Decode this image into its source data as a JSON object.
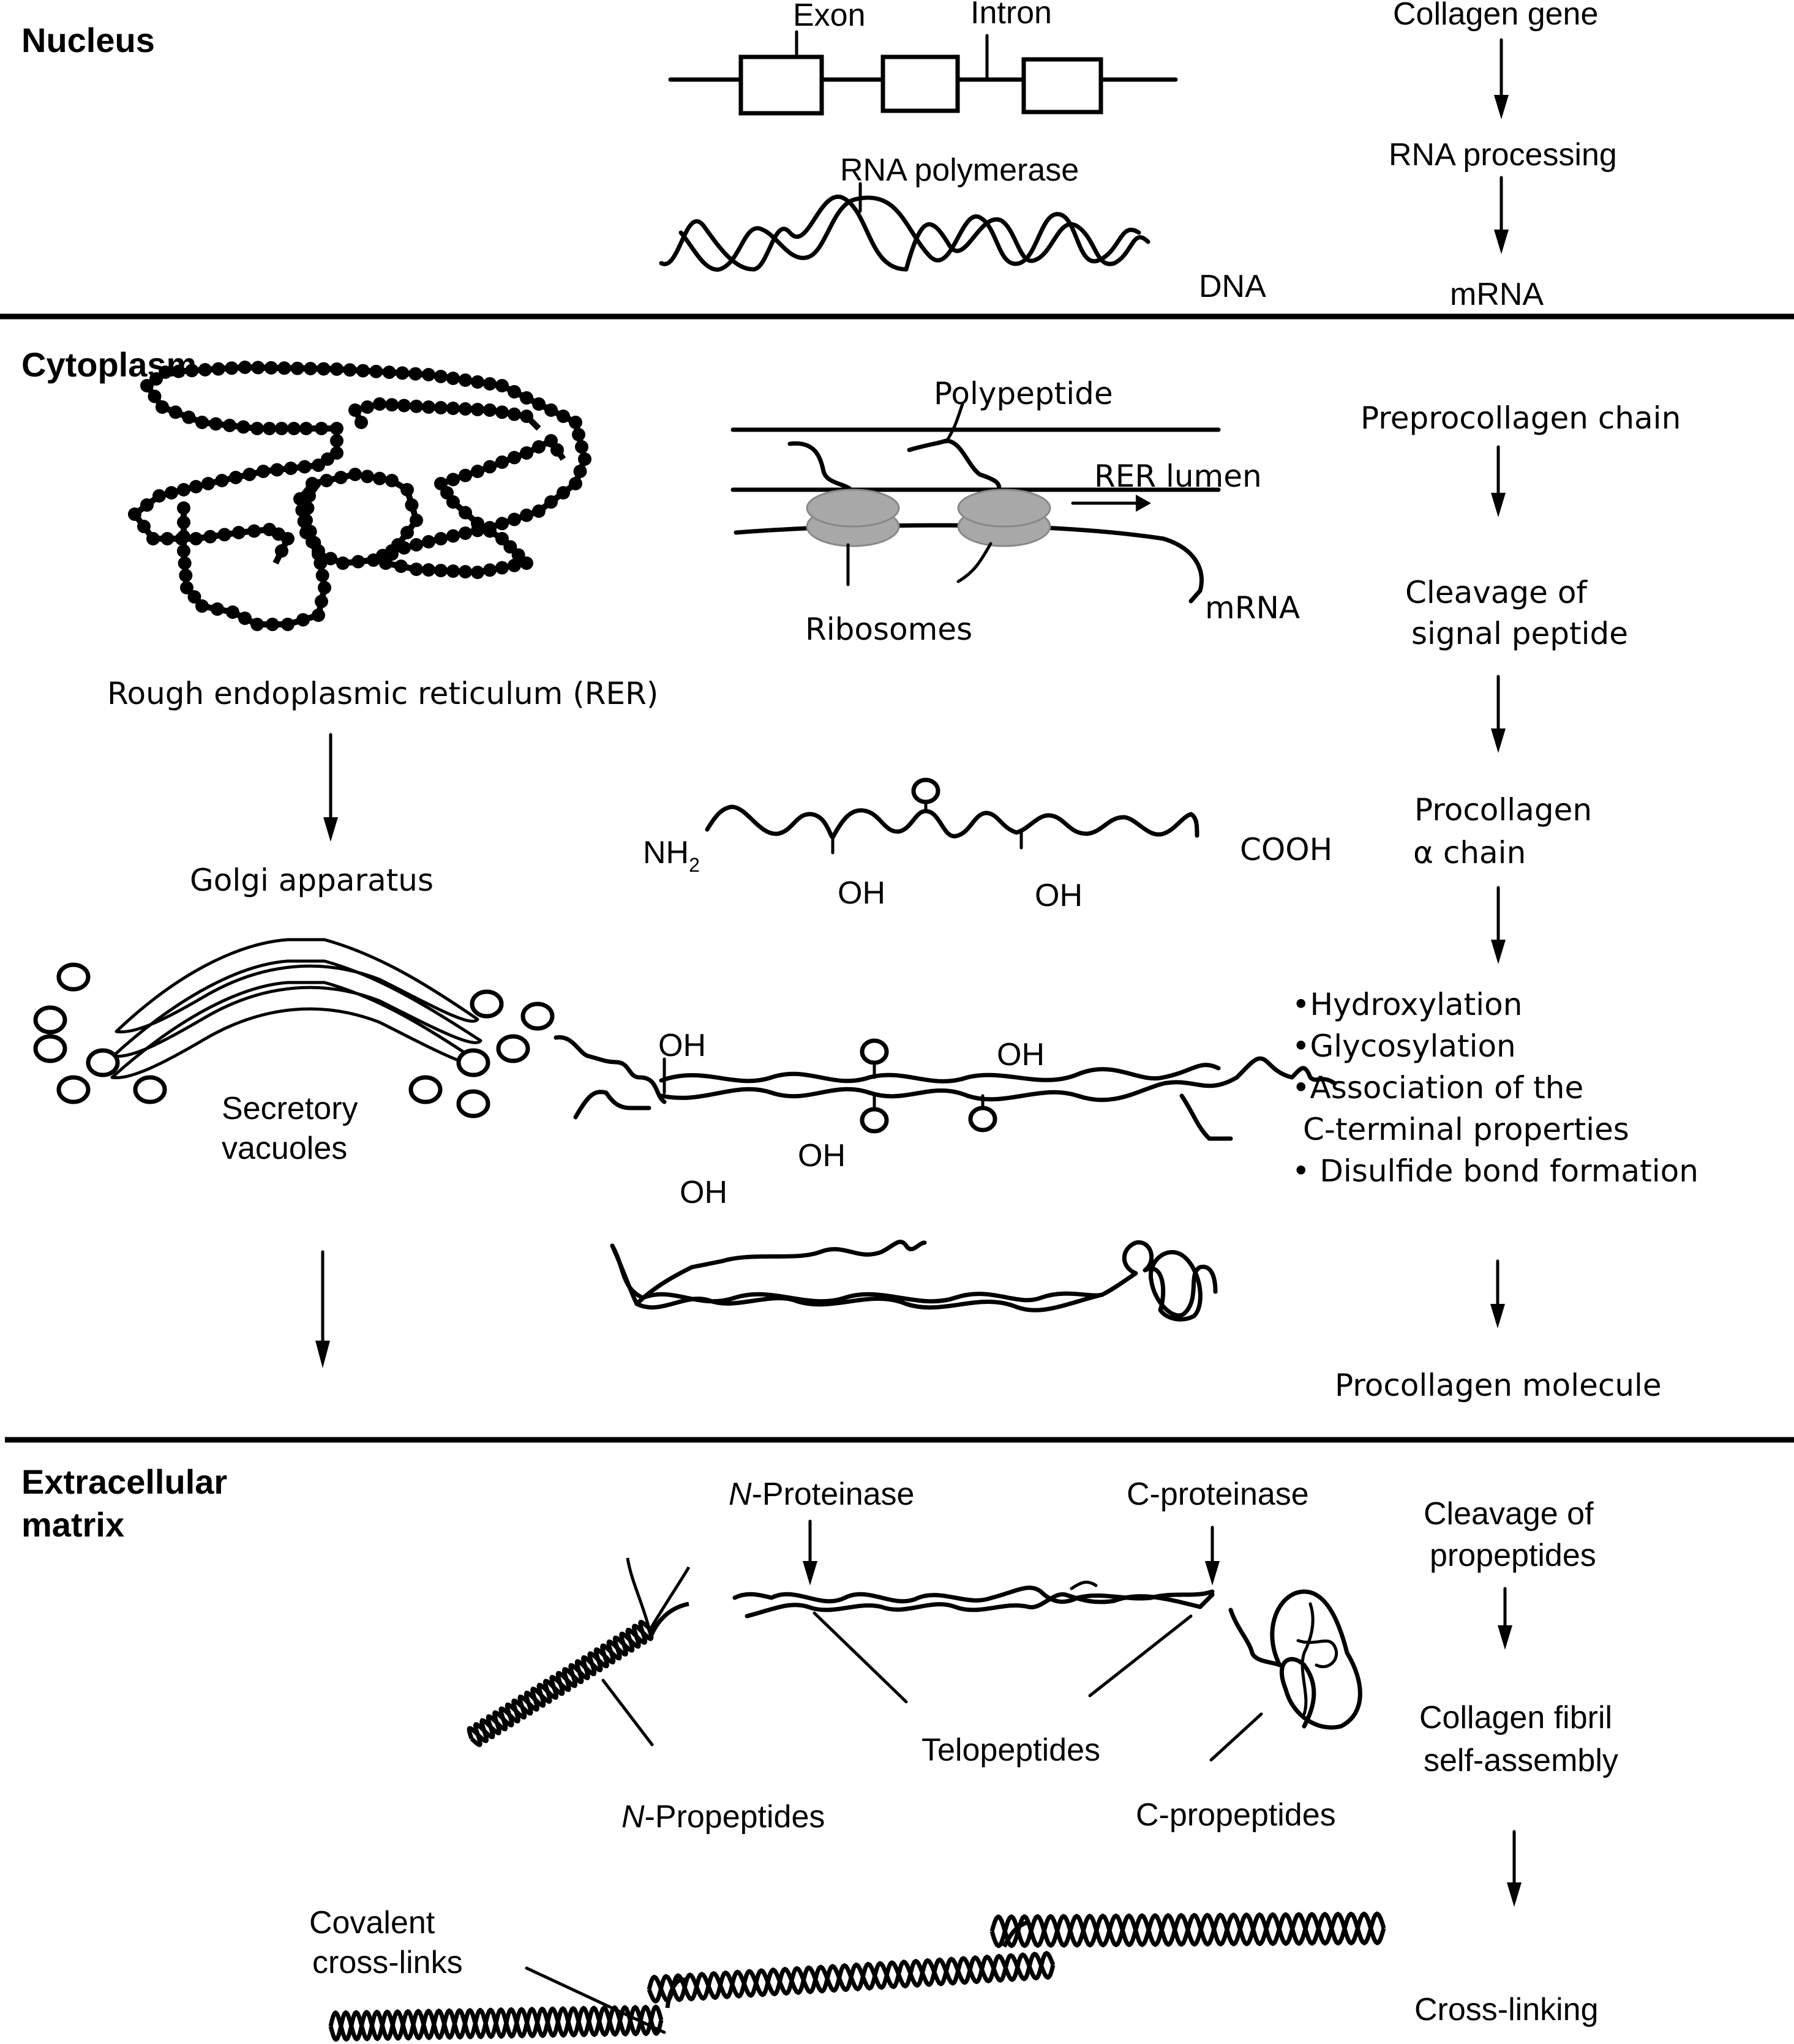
{
  "title": "Collagen biosynthesis pathway",
  "sections": {
    "nucleus": "Nucleus",
    "cytoplasm": "Cytoplasm",
    "ecm_line1": "Extracellular",
    "ecm_line2": "matrix"
  },
  "nucleus": {
    "exon": "Exon",
    "intron": "Intron",
    "rna_polymerase": "RNA polymerase",
    "dna": "DNA"
  },
  "cytoplasm": {
    "polypeptide": "Polypeptide",
    "rer_lumen": "RER lumen",
    "ribosomes": "Ribosomes",
    "mrna": "mRNA",
    "rer": "Rough endoplasmic reticulum (RER)",
    "golgi": "Golgi apparatus",
    "secretory_line1": "Secretory",
    "secretory_line2": "vacuoles",
    "nh2": "NH",
    "nh2_sub": "2",
    "cooh": "COOH",
    "oh": "OH"
  },
  "ecm": {
    "n_proteinase_prefix": "N",
    "n_proteinase": "-Proteinase",
    "c_proteinase": "C-proteinase",
    "telopeptides": "Telopeptides",
    "n_propeptides_prefix": "N",
    "n_propeptides": "-Propeptides",
    "c_propeptides": "C-propeptides",
    "covalent_line1": "Covalent",
    "covalent_line2": "cross-links"
  },
  "pathway": {
    "steps": [
      "Collagen gene",
      "RNA processing",
      "mRNA",
      "Preprocollagen chain",
      "Cleavage of",
      "signal peptide",
      "Procollagen",
      "α chain",
      "•Hydroxylation",
      "•Glycosylation",
      "•Association of the",
      "C-terminal properties",
      "• Disulfide bond formation",
      "Procollagen molecule",
      "Cleavage of",
      "propeptides",
      "Collagen fibril",
      "self-assembly",
      "Cross-linking"
    ]
  }
}
